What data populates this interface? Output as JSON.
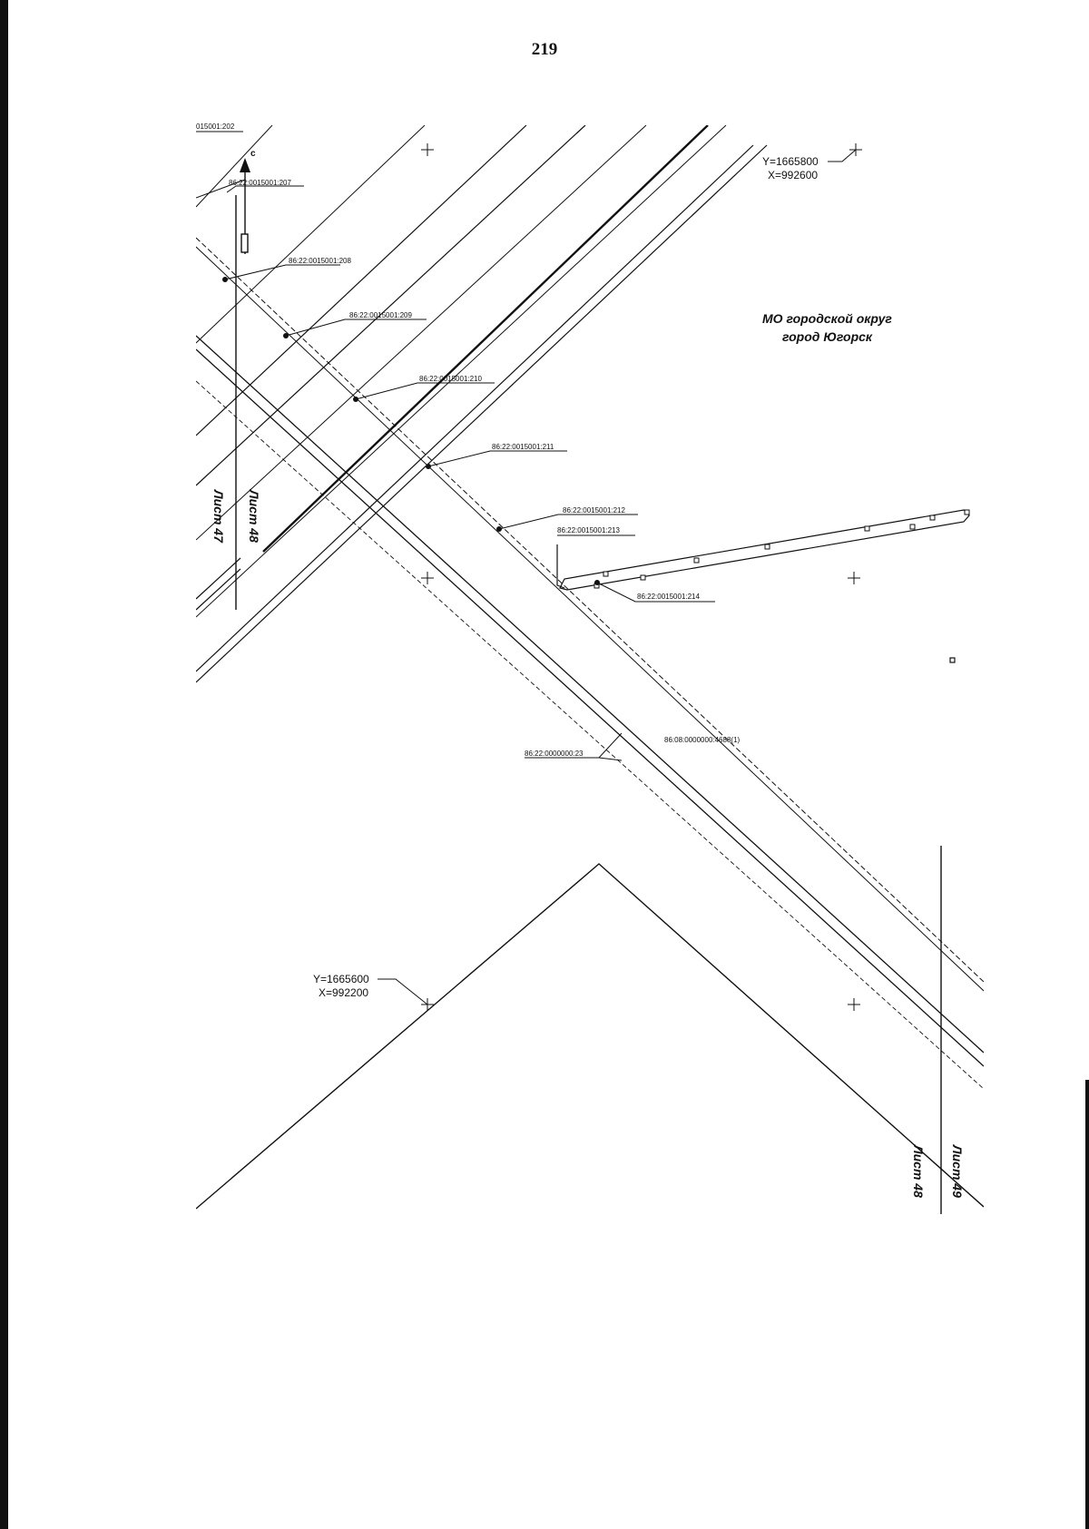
{
  "page_number": "219",
  "top_cut_label": "015001:202",
  "north_letter": "c",
  "region_label": {
    "line1": "МО городской округ",
    "line2": "город Югорск"
  },
  "coords": {
    "top_right": {
      "y": "Y=1665800",
      "x": "X=992600"
    },
    "bottom_left": {
      "y": "Y=1665600",
      "x": "X=992200"
    }
  },
  "parcels": [
    "86:22:0015001:207",
    "86:22:0015001:208",
    "86:22:0015001:209",
    "86:22:0015001:210",
    "86:22:0015001:211",
    "86:22:0015001:212",
    "86:22:0015001:213",
    "86:22:0015001:214",
    "86:08:0000000:4688(1)",
    "86:22:0000000:23"
  ],
  "sheets": {
    "left_a": "Лист 47",
    "left_b": "Лист 48",
    "right_a": "Лист 48",
    "right_b": "Лист 49"
  }
}
